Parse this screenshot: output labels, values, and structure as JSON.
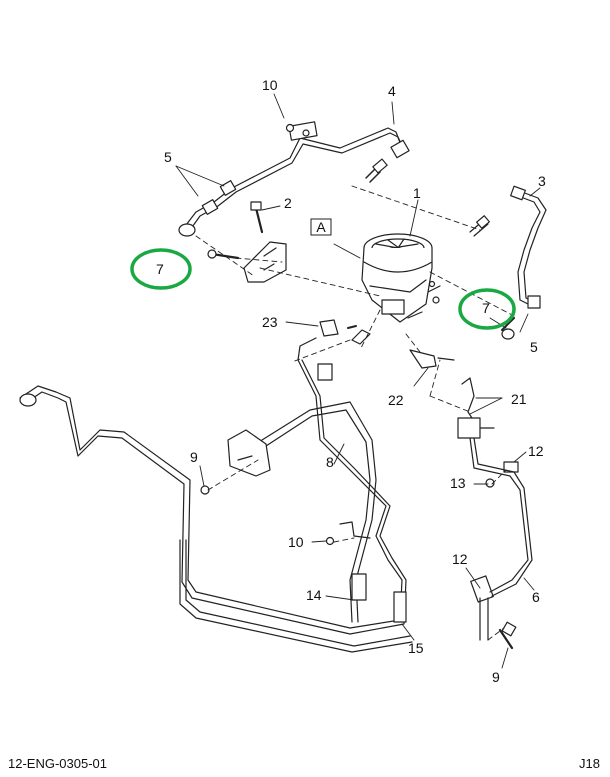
{
  "callouts": {
    "c1": "1",
    "c2": "2",
    "c3": "3",
    "c4": "4",
    "c5a": "5",
    "c5b": "5",
    "c6": "6",
    "c7a": "7",
    "c7b": "7",
    "c8": "8",
    "c9a": "9",
    "c9b": "9",
    "c10a": "10",
    "c10b": "10",
    "c12a": "12",
    "c12b": "12",
    "c13": "13",
    "c14": "14",
    "c15": "15",
    "c21": "21",
    "c22": "22",
    "c23": "23"
  },
  "view_label": "A",
  "footer": {
    "figure_id": "12-ENG-0305-01",
    "page_code": "J18"
  },
  "highlight_color": "#1aa843"
}
